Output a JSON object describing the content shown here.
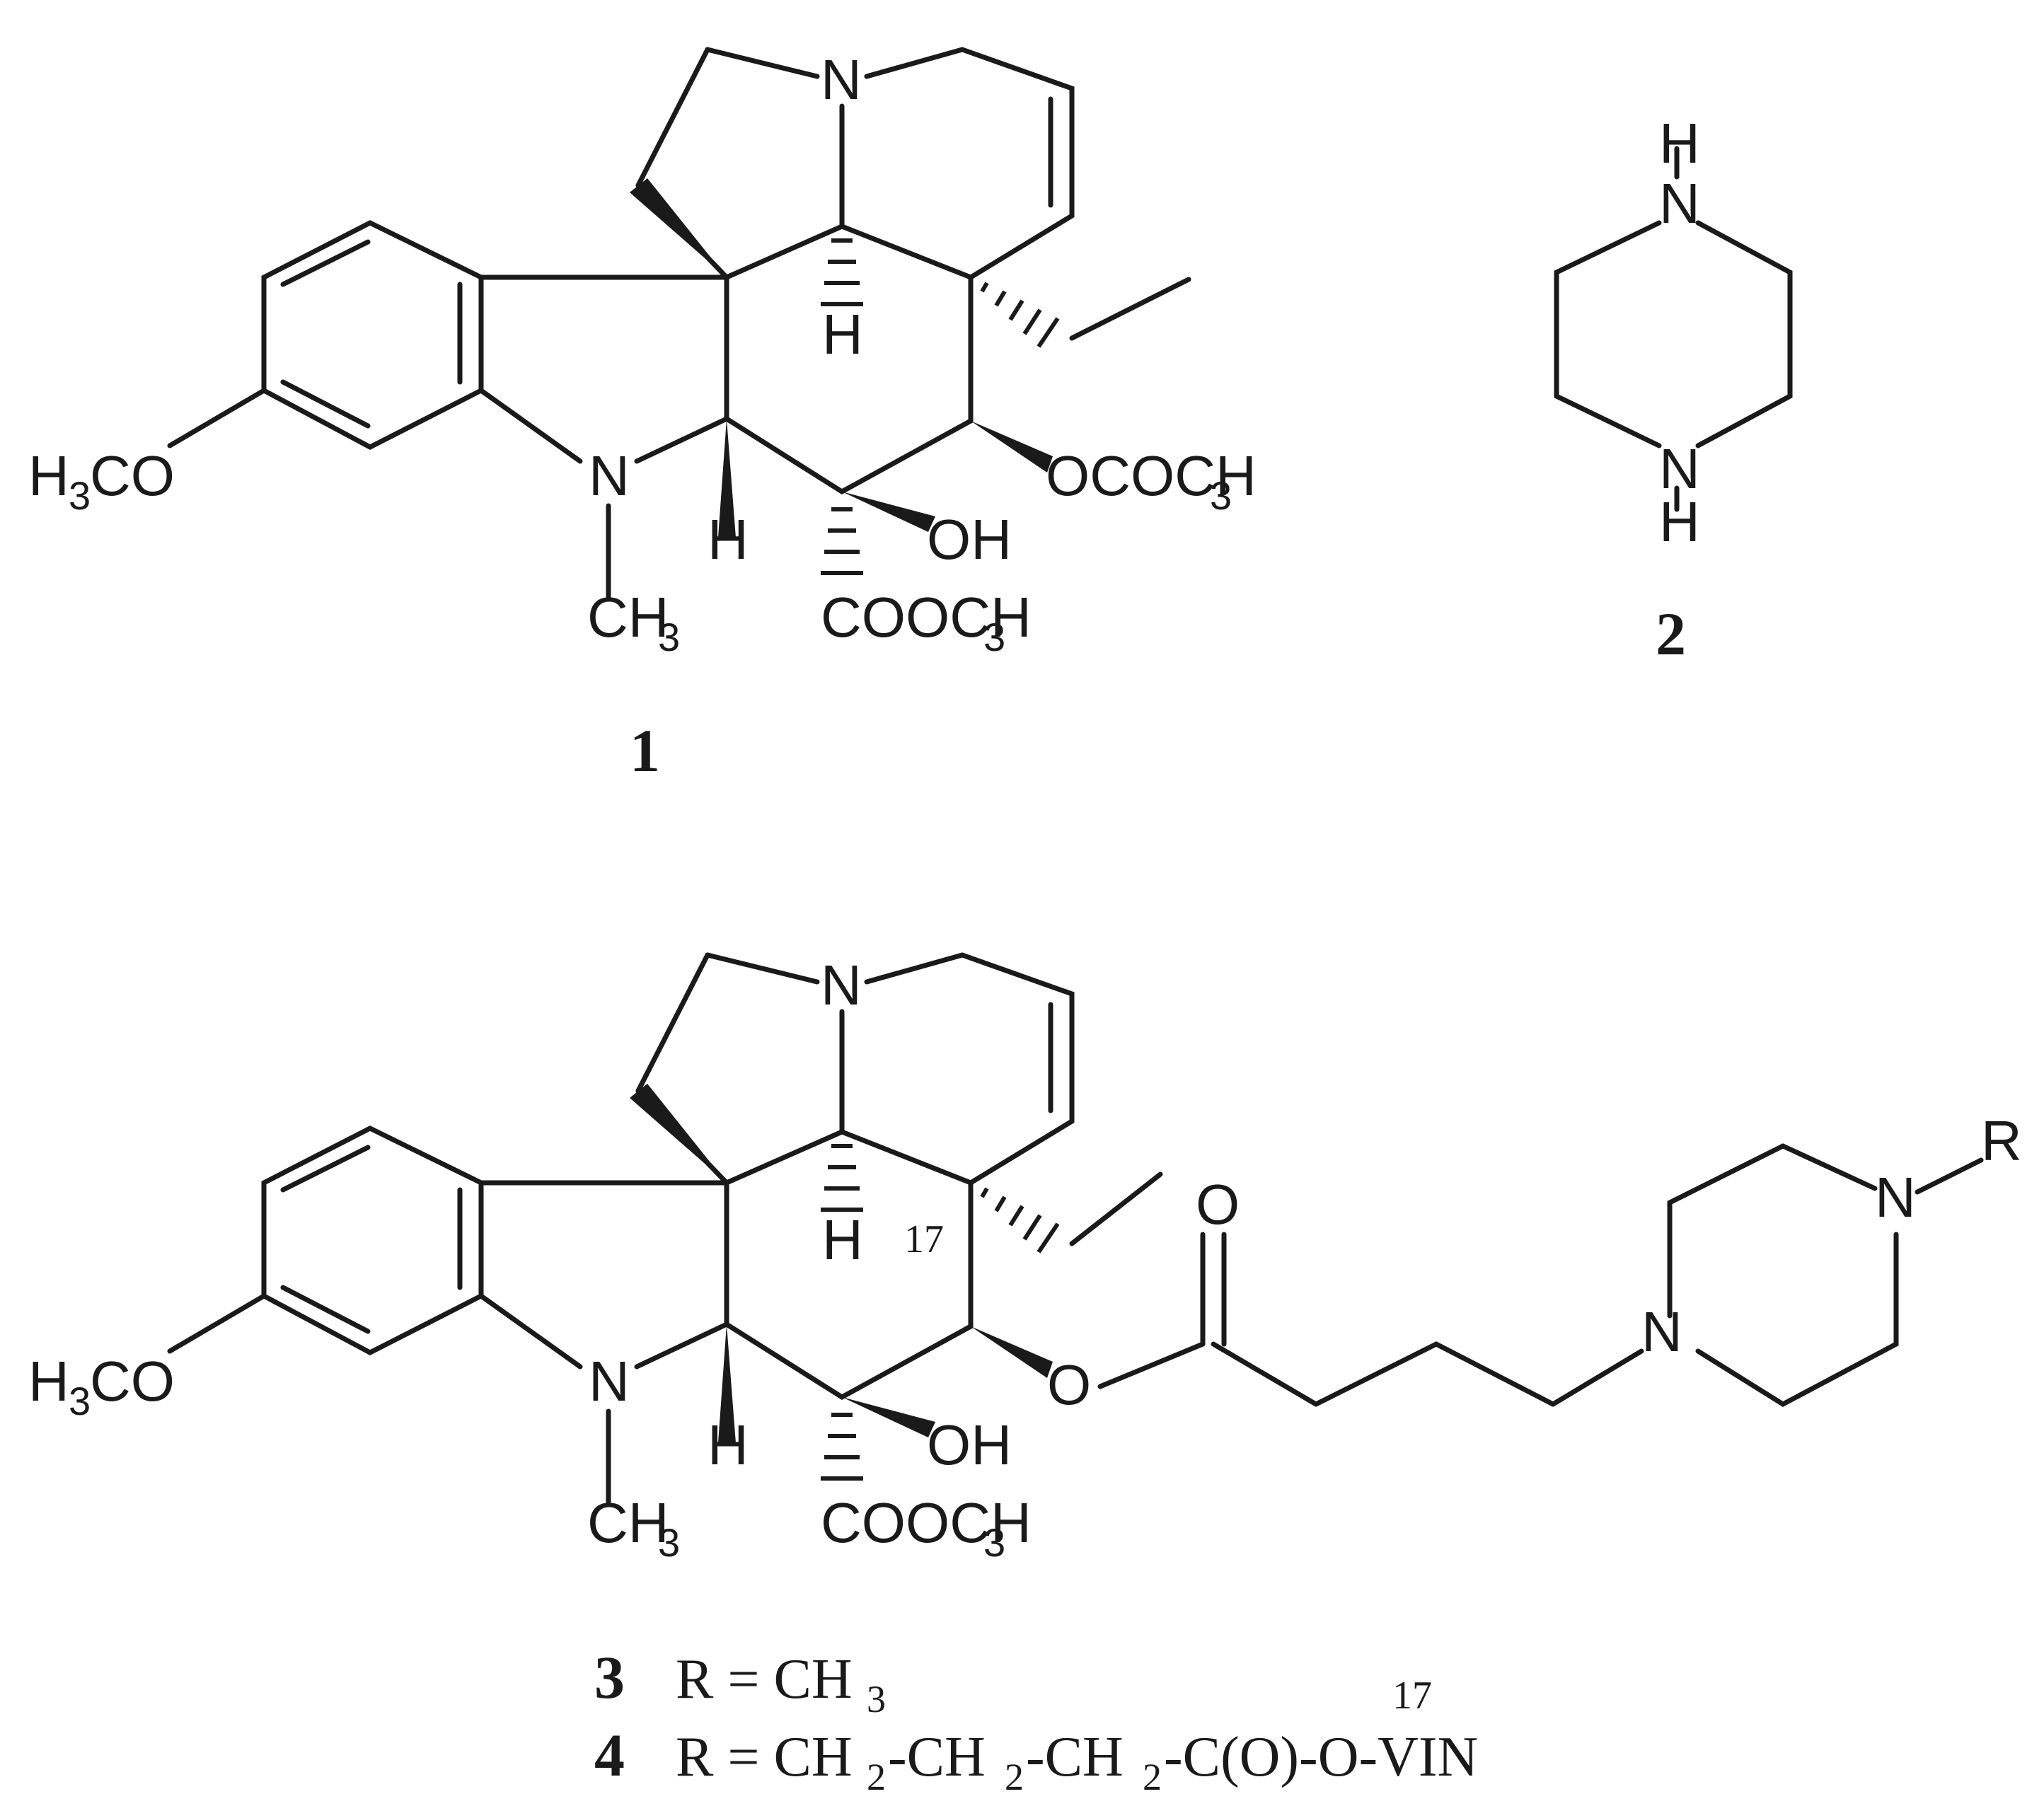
{
  "atoms": {
    "N": "N",
    "H": "H",
    "O": "O",
    "R": "R",
    "OH": "OH",
    "H3C": "H",
    "H3C_sub": "3",
    "H3C_rest": "CO",
    "CH3_C": "CH",
    "CH3_sub": "3",
    "COOCH3": "COOCH",
    "COOCH3_sub": "3",
    "OCOCH3": "OCOCH",
    "OCOCH3_sub": "3",
    "position_17": "17"
  },
  "compounds": {
    "c1": "1",
    "c2": "2",
    "c3": "3",
    "c4": "4"
  },
  "legend": {
    "r3_lhs": "R = CH",
    "r3_sub": "3",
    "r4_lhs": "R = CH",
    "r4_sub1": "2",
    "r4_mid1": "-CH",
    "r4_sub2": "2",
    "r4_mid2": "-CH",
    "r4_sub3": "2",
    "r4_tail": "-C(O)-O-VIN",
    "r4_sup": "17"
  }
}
